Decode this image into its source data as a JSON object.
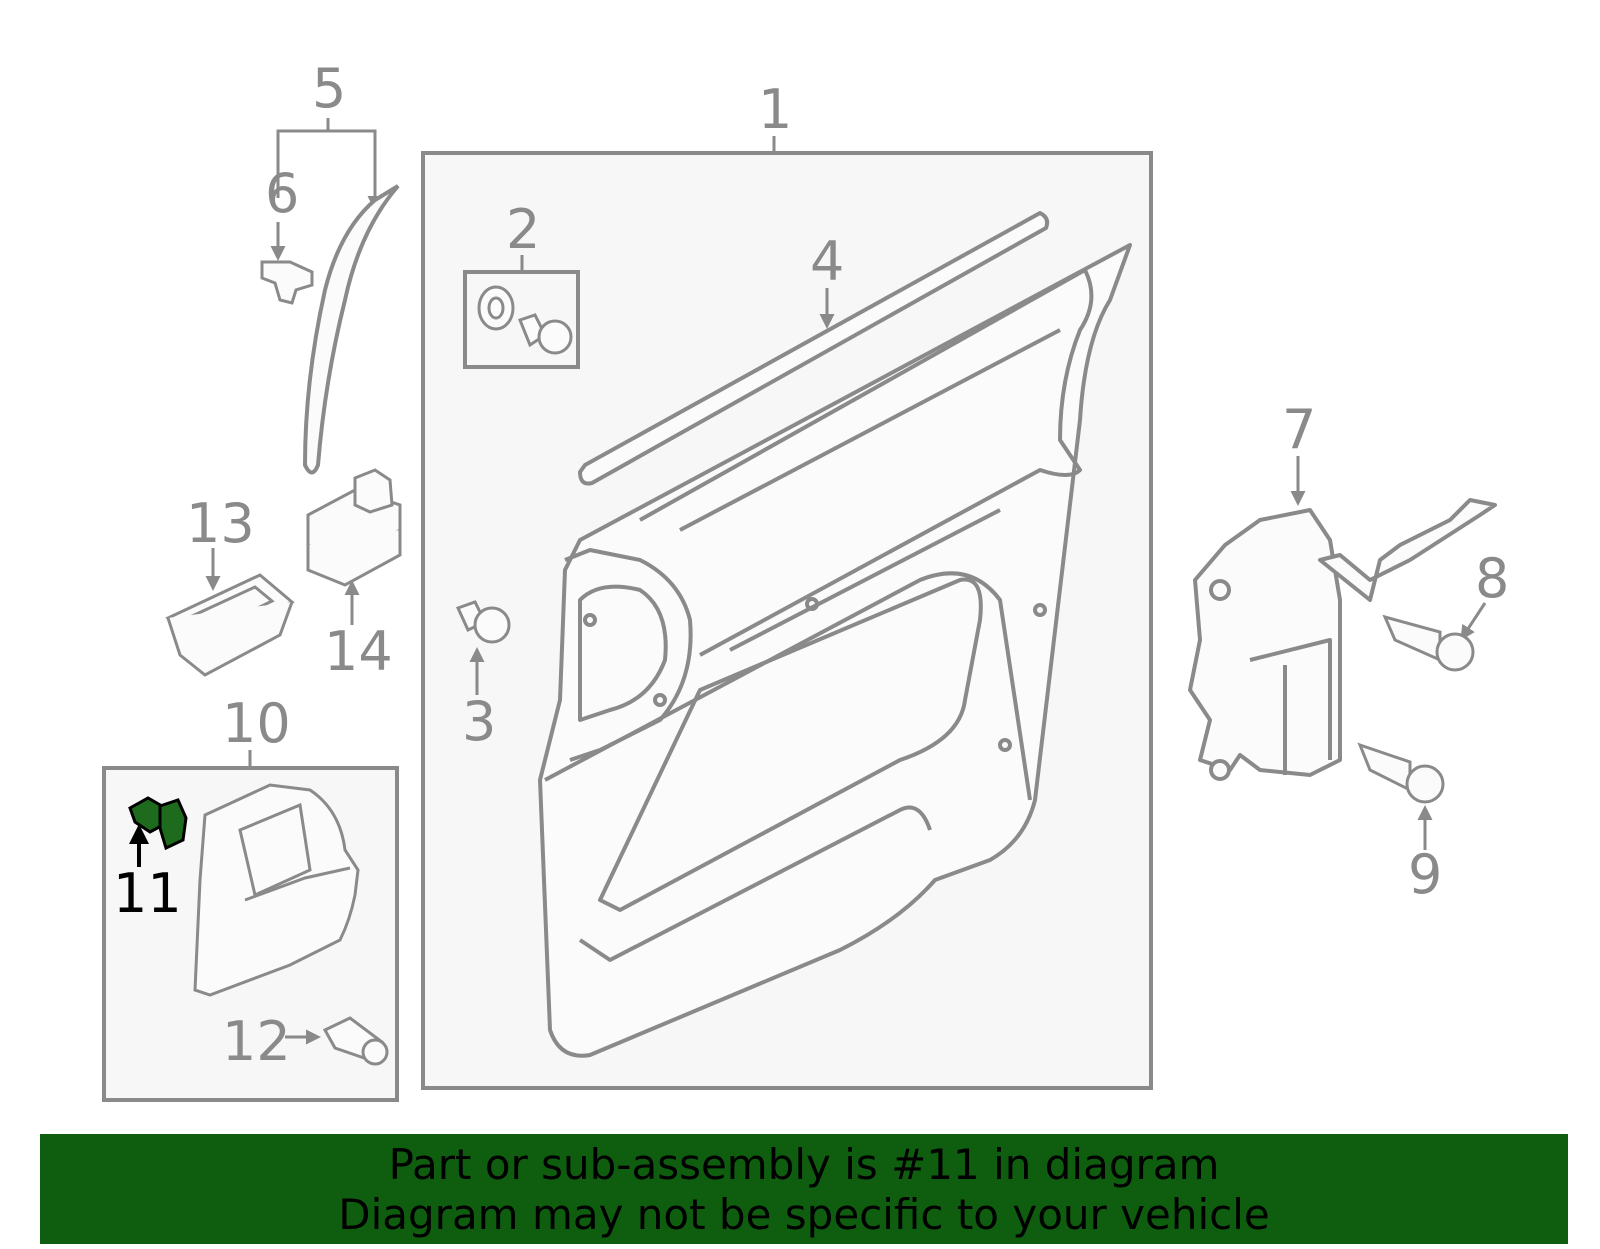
{
  "callouts": {
    "c1": "1",
    "c2": "2",
    "c3": "3",
    "c4": "4",
    "c5": "5",
    "c6": "6",
    "c7": "7",
    "c8": "8",
    "c9": "9",
    "c10": "10",
    "c11": "11",
    "c12": "12",
    "c13": "13",
    "c14": "14"
  },
  "highlight": {
    "part_number": "11",
    "color": "#0f5e0f"
  },
  "banner": {
    "line1": "Part or sub-assembly is #11 in diagram",
    "line2": "Diagram may not be specific to your vehicle",
    "background": "#0f5e0f"
  },
  "colors": {
    "line": "#8a8a8a",
    "box_fill": "#f7f7f7",
    "highlight_part": "#1e6b1e"
  }
}
